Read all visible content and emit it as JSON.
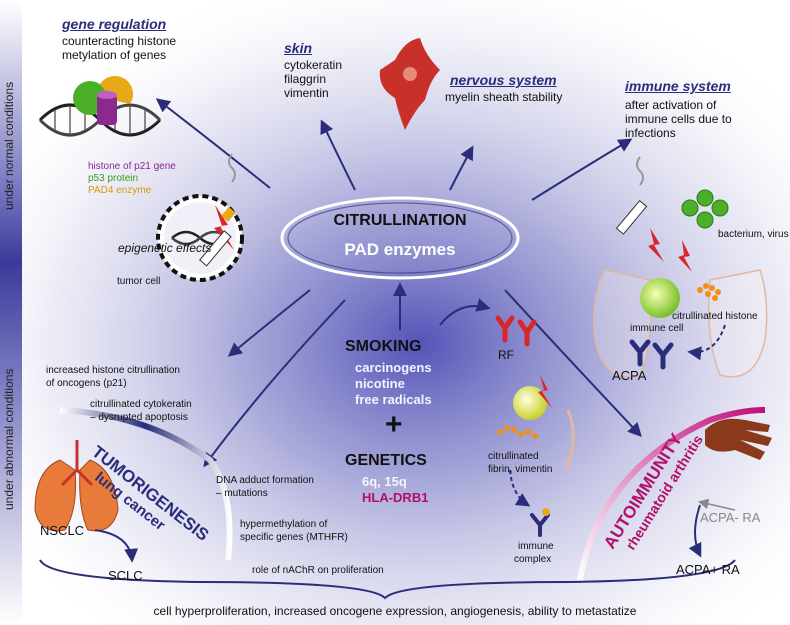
{
  "side_labels": {
    "normal": "under normal conditions",
    "abnormal": "under abnormal conditions"
  },
  "center": {
    "title": "CITRULLINATION",
    "subtitle": "PAD enzymes"
  },
  "gene_regulation": {
    "title": "gene regulation",
    "text": [
      "counteracting histone",
      "metylation of genes"
    ],
    "legend": [
      "histone of p21 gene",
      "p53 protein",
      "PAD4 enzyme"
    ]
  },
  "skin": {
    "title": "skin",
    "items": [
      "cytokeratin",
      "filaggrin",
      "vimentin"
    ]
  },
  "nervous_system": {
    "title": "nervous system",
    "text": "myelin sheath stability"
  },
  "immune_system": {
    "title": "immune system",
    "text": [
      "after activation of",
      "immune cells due to",
      "infections"
    ]
  },
  "smoking": {
    "title": "SMOKING",
    "items": [
      "carcinogens",
      "nicotine",
      "free radicals"
    ]
  },
  "plus": "+",
  "genetics": {
    "title": "GENETICS",
    "loci": "6q, 15q",
    "hla": "HLA-DRB1"
  },
  "left_labels": {
    "epigenetic": "epigenetic effects",
    "tumor_cell": "tumor cell",
    "histone_cit": [
      "increased histone citrullination",
      "of oncogens (p21)"
    ],
    "cytokeratin": [
      "citrullinated cytokeratin",
      "– dysrupted apoptosis"
    ],
    "dna_adduct": [
      "DNA adduct formation",
      "– mutations"
    ],
    "hypermeth": [
      "hypermethylation of",
      "specific genes (MTHFR)"
    ],
    "nachr": "role of nAChR on proliferation"
  },
  "tumorigenesis": {
    "title": "TUMORIGENESIS",
    "subtitle": "lung cancer",
    "nsclc": "NSCLC",
    "sclc": "SCLC"
  },
  "right_labels": {
    "bacterium": "bacterium, virus",
    "immune_cell": "immune cell",
    "cit_histone": "citrullinated histone",
    "acpa": "ACPA",
    "rf": "RF",
    "fibrin": [
      "citrullinated",
      "fibrin, vimentin"
    ],
    "immune_complex": [
      "immune",
      "complex"
    ]
  },
  "autoimmunity": {
    "title": "AUTOIMMUNITY",
    "subtitle": "rheumatoid arthritis",
    "acpa_neg": "ACPA- RA",
    "acpa_pos": "ACPA+ RA"
  },
  "bottom_text": "cell hyperproliferation, increased oncogene expression, angiogenesis, ability to metastatize",
  "colors": {
    "navy": "#2a2e7a",
    "magenta": "#b0106a",
    "purple_band": "#5a5aa8",
    "red": "#d8262a",
    "green": "#4caf2a",
    "gold": "#e8a818",
    "violet": "#8a2a8e"
  }
}
